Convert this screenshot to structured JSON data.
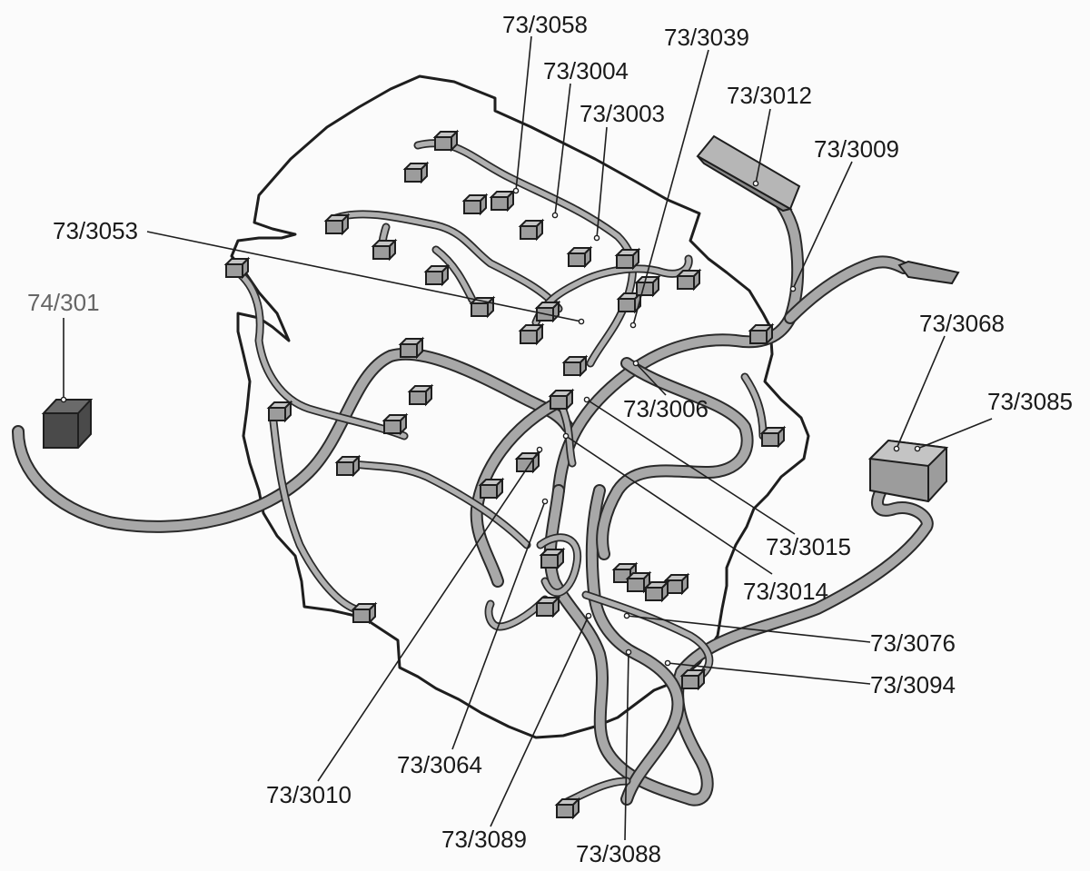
{
  "colors": {
    "outline": "#1e1e1e",
    "harness_fill": "#a8a8a8",
    "connector_fill": "#9c9c9c",
    "module_dark": "#4a4a4a",
    "reference_label": "#666666"
  },
  "labels": {
    "l3058": "73/3058",
    "l3039": "73/3039",
    "l3004": "73/3004",
    "l3003": "73/3003",
    "l3012": "73/3012",
    "l3009": "73/3009",
    "l3053": "73/3053",
    "ref301": "74/301",
    "l3068": "73/3068",
    "l3085": "73/3085",
    "l3006": "73/3006",
    "l3015": "73/3015",
    "l3014": "73/3014",
    "l3076": "73/3076",
    "l3094": "73/3094",
    "l3064": "73/3064",
    "l3010": "73/3010",
    "l3089": "73/3089",
    "l3088": "73/3088"
  }
}
